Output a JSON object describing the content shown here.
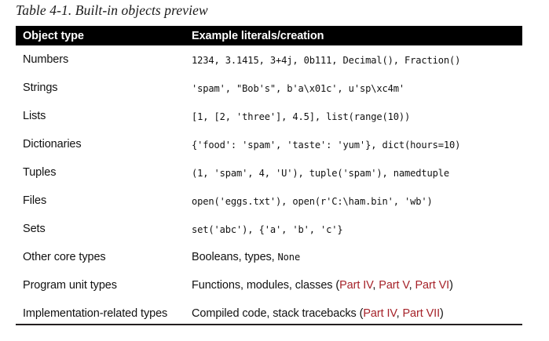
{
  "caption": "Table 4-1. Built-in objects preview",
  "colors": {
    "header_background": "#000000",
    "header_text": "#ffffff",
    "body_text": "#111111",
    "cross_reference": "#a6232a",
    "rule": "#231f20",
    "page_background": "#ffffff"
  },
  "table": {
    "columns": [
      "Object type",
      "Example literals/creation"
    ],
    "rows": [
      {
        "type": "Numbers",
        "example_plain": "1234, 3.1415, 3+4j, 0b111, Decimal(), Fraction()",
        "segments": [
          {
            "kind": "mono",
            "text": "1234, 3.1415, 3+4j, 0b111,"
          },
          {
            "kind": "mono",
            "text": " Decimal(), Fraction()"
          }
        ]
      },
      {
        "type": "Strings",
        "example_plain": "'spam', \"Bob's\", b'a\\x01c', u'sp\\xc4m'",
        "segments": [
          {
            "kind": "mono",
            "text": "'spam', \"Bob's\","
          },
          {
            "kind": "mono",
            "text": " b'a\\x01c', u'sp\\xc4m'"
          }
        ]
      },
      {
        "type": "Lists",
        "example_plain": "[1, [2, 'three'], 4.5], list(range(10))",
        "segments": [
          {
            "kind": "mono",
            "text": "[1, [2, 'three'], 4.5],"
          },
          {
            "kind": "mono",
            "text": " list(range(10))"
          }
        ]
      },
      {
        "type": "Dictionaries",
        "example_plain": "{'food': 'spam', 'taste': 'yum'}, dict(hours=10)",
        "segments": [
          {
            "kind": "mono",
            "text": "{'food': 'spam', 'taste': 'yum'},"
          },
          {
            "kind": "mono",
            "text": " dict(hours=10)"
          }
        ]
      },
      {
        "type": "Tuples",
        "example_plain": "(1, 'spam', 4, 'U'), tuple('spam'), namedtuple",
        "segments": [
          {
            "kind": "mono",
            "text": "(1, 'spam', 4, 'U'),"
          },
          {
            "kind": "mono",
            "text": " tuple('spam'), namedtuple"
          }
        ]
      },
      {
        "type": "Files",
        "example_plain": "open('eggs.txt'), open(r'C:\\ham.bin', 'wb')",
        "segments": [
          {
            "kind": "mono",
            "text": "open('eggs.txt'),"
          },
          {
            "kind": "mono",
            "text": " open(r'C:\\ham.bin', 'wb')"
          }
        ]
      },
      {
        "type": "Sets",
        "example_plain": "set('abc'), {'a', 'b', 'c'}",
        "segments": [
          {
            "kind": "mono",
            "text": "set('abc'),"
          },
          {
            "kind": "mono",
            "text": " {'a', 'b', 'c'}"
          }
        ]
      },
      {
        "type": "Other core types",
        "example_plain": "Booleans, types, None",
        "segments": [
          {
            "kind": "prose",
            "text": "Booleans, types, "
          },
          {
            "kind": "mono",
            "text": "None"
          }
        ]
      },
      {
        "type": "Program unit types",
        "example_plain": "Functions, modules, classes (Part IV, Part V, Part VI)",
        "segments": [
          {
            "kind": "prose",
            "text": "Functions, modules, classes ("
          },
          {
            "kind": "xref",
            "text": "Part IV"
          },
          {
            "kind": "prose",
            "text": ", "
          },
          {
            "kind": "xref",
            "text": "Part V"
          },
          {
            "kind": "prose",
            "text": ", "
          },
          {
            "kind": "xref",
            "text": "Part VI"
          },
          {
            "kind": "prose",
            "text": ")"
          }
        ]
      },
      {
        "type": "Implementation-related types",
        "example_plain": "Compiled code, stack tracebacks (Part IV, Part VII)",
        "segments": [
          {
            "kind": "prose",
            "text": "Compiled code, stack tracebacks ("
          },
          {
            "kind": "xref",
            "text": "Part IV"
          },
          {
            "kind": "prose",
            "text": ", "
          },
          {
            "kind": "xref",
            "text": "Part VII"
          },
          {
            "kind": "prose",
            "text": ")"
          }
        ]
      }
    ]
  }
}
